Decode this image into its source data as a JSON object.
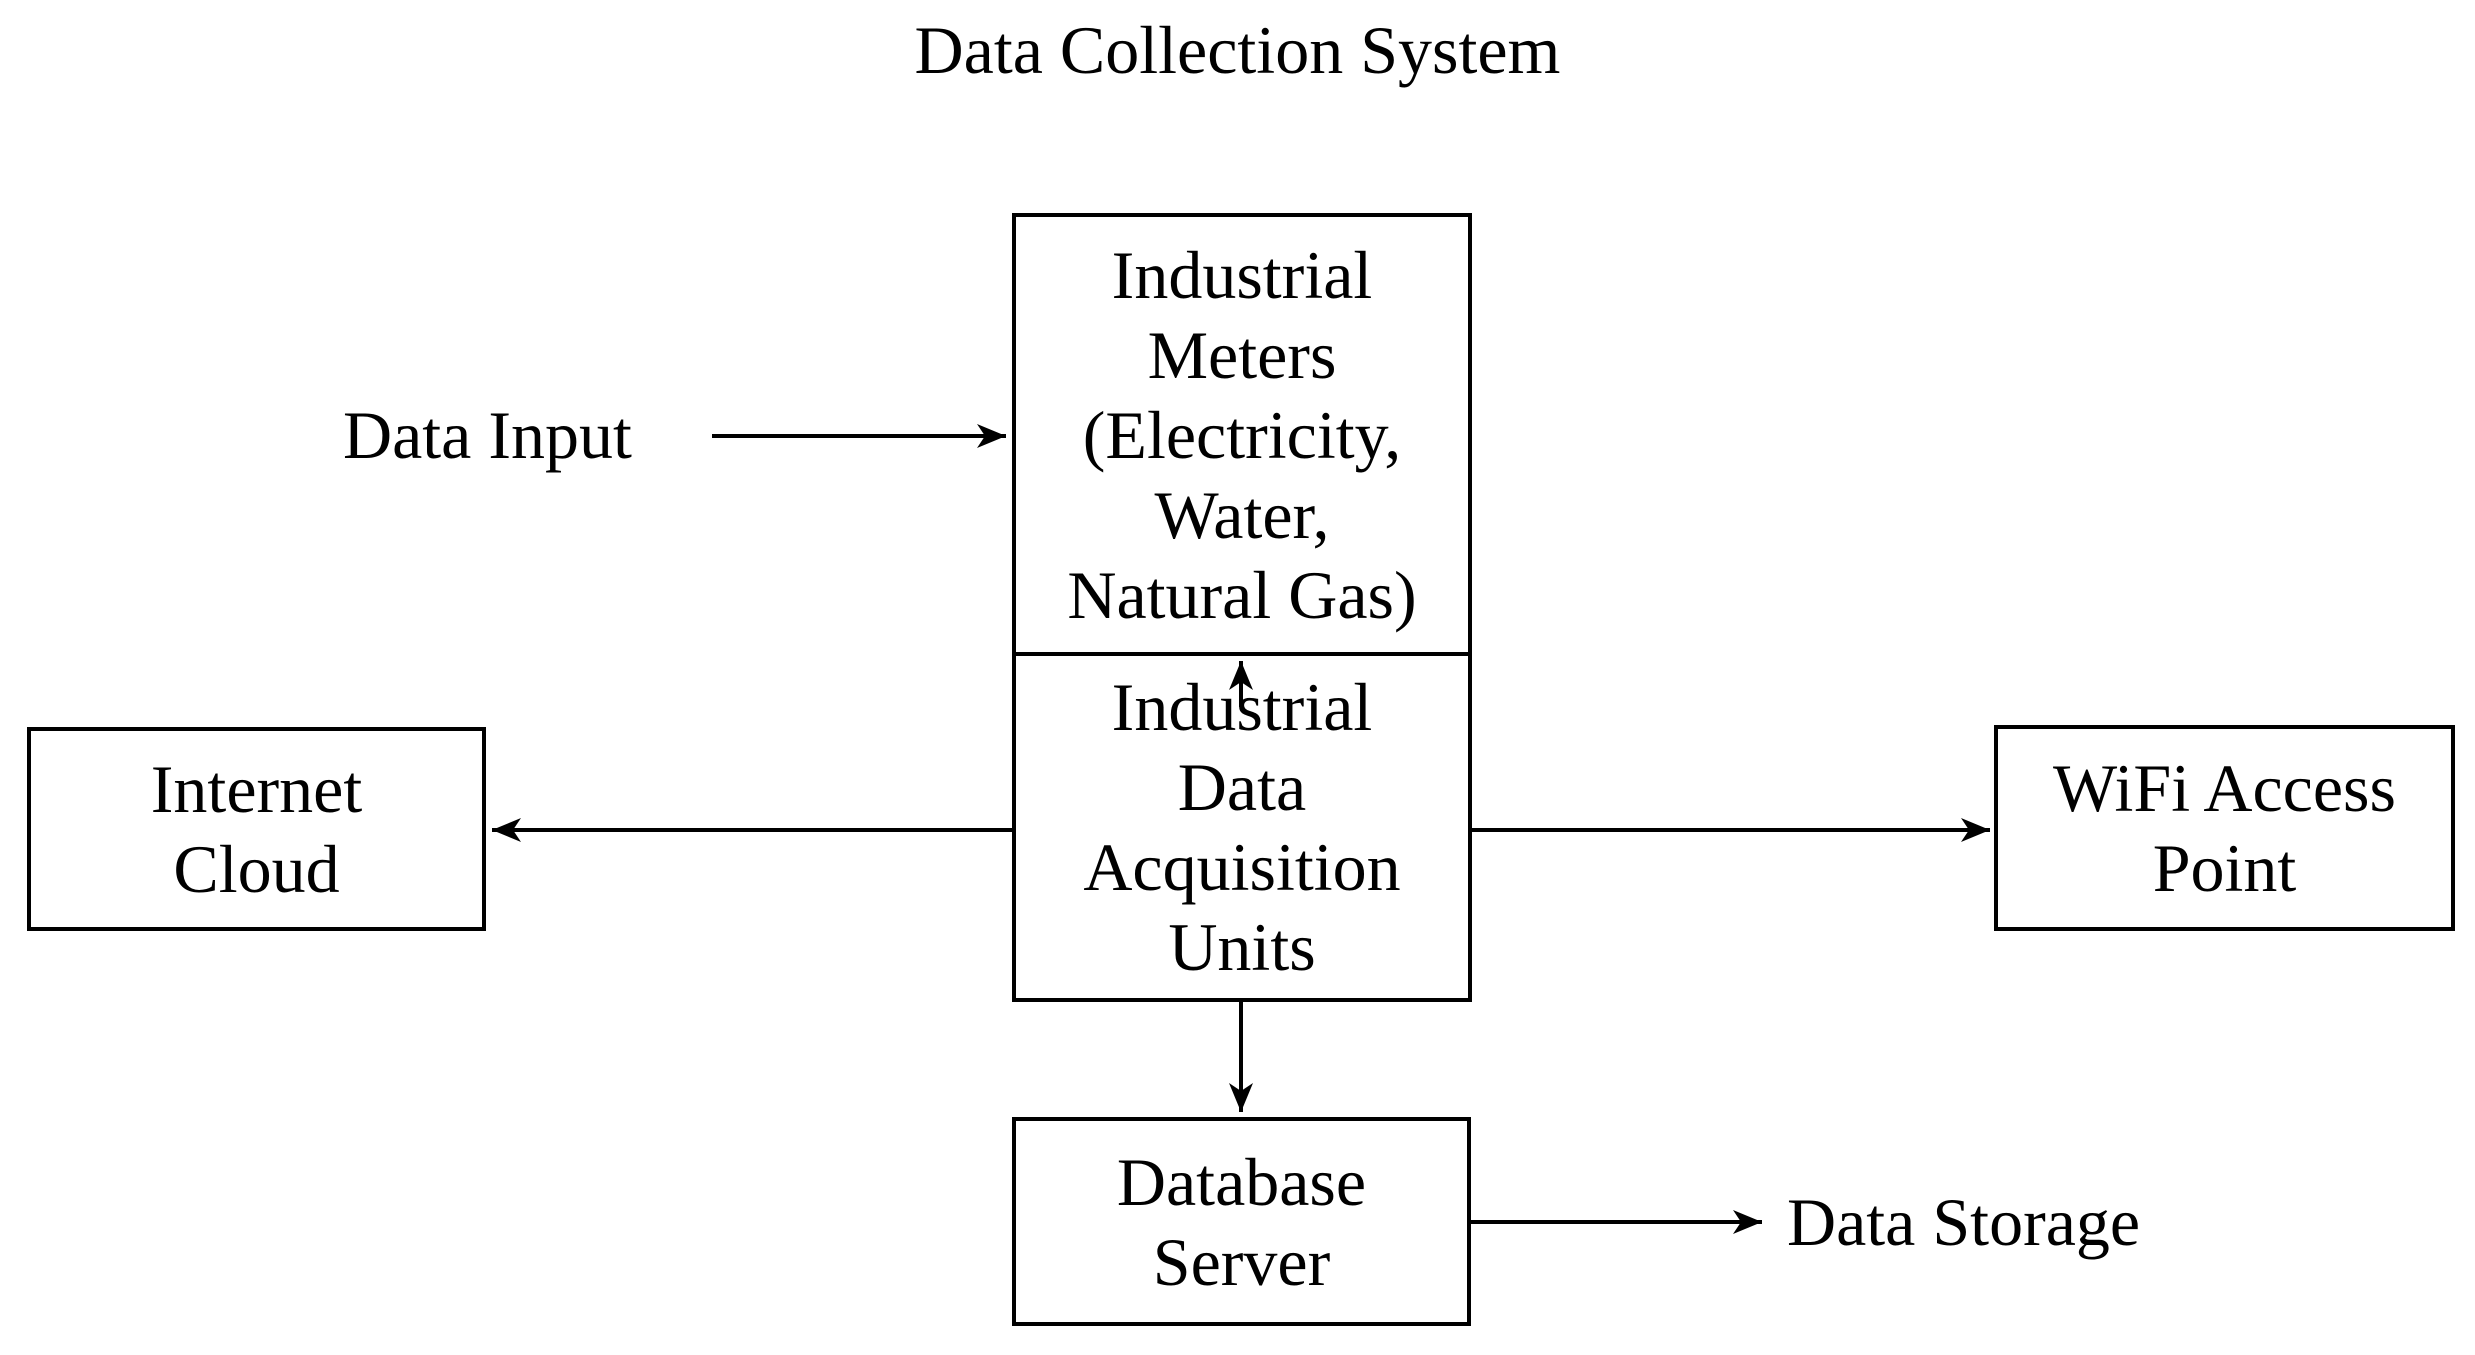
{
  "diagram": {
    "title": "Data Collection System",
    "nodes": {
      "industrial_meters": {
        "label": "Industrial\nMeters\n(Electricity,\nWater,\nNatural Gas)"
      },
      "daq_units": {
        "label": "Industrial\nData\nAcquisition\nUnits"
      },
      "internet_cloud": {
        "label": "Internet\nCloud"
      },
      "wifi_access_point": {
        "label": "WiFi Access\nPoint"
      },
      "database_server": {
        "label": "Database\nServer"
      }
    },
    "annotations": {
      "data_input": "Data Input",
      "data_storage": "Data Storage"
    },
    "edges": [
      {
        "from": "data_input",
        "to": "industrial_meters",
        "arrow": "into-left-side"
      },
      {
        "from": "daq_units",
        "to": "industrial_meters",
        "arrow": "up"
      },
      {
        "from": "daq_units",
        "to": "internet_cloud",
        "arrow": "left"
      },
      {
        "from": "daq_units",
        "to": "wifi_access_point",
        "arrow": "right"
      },
      {
        "from": "daq_units",
        "to": "database_server",
        "arrow": "down"
      },
      {
        "from": "database_server",
        "to": "data_storage",
        "arrow": "right"
      }
    ],
    "colors": {
      "line": "#000000",
      "text": "#000000",
      "background": "#ffffff"
    }
  }
}
